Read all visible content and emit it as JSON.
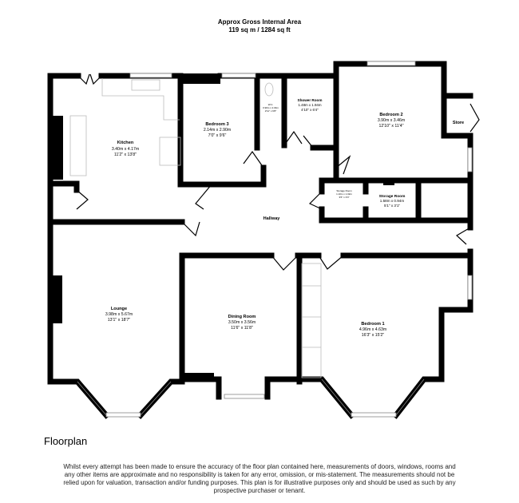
{
  "header": {
    "line1": "Approx Gross Internal Area",
    "line2": "119 sq m / 1284 sq ft"
  },
  "rooms": {
    "kitchen": {
      "name": "Kitchen",
      "metric": "3.40m x 4.17m",
      "imperial": "11'2\" x 13'8\""
    },
    "bedroom3": {
      "name": "Bedroom 3",
      "metric": "2.14m x 2.90m",
      "imperial": "7'0\" x 9'6\""
    },
    "wc": {
      "name": "W.C.",
      "metric": "0.90m x 2.04m",
      "imperial": "2'11\" x 6'8\""
    },
    "shower": {
      "name": "Shower Room",
      "metric": "1.48m x 1.94m",
      "imperial": "4'10\" x 6'4\""
    },
    "bedroom2": {
      "name": "Bedroom 2",
      "metric": "3.90m x 3.46m",
      "imperial": "12'10\" x 11'4\""
    },
    "store": {
      "name": "Store"
    },
    "storage_small": {
      "name": "Storage Room",
      "metric": "1.10m x 1.02m",
      "imperial": "3'6\" x 3'4\""
    },
    "storage": {
      "name": "Storage Room",
      "metric": "1.58m x 0.94m",
      "imperial": "5'1\" x 3'1\""
    },
    "hallway": {
      "name": "Hallway"
    },
    "lounge": {
      "name": "Lounge",
      "metric": "3.98m x 5.67m",
      "imperial": "13'1\" x 18'7\""
    },
    "dining": {
      "name": "Dining Room",
      "metric": "3.50m x 3.56m",
      "imperial": "11'6\" x 11'8\""
    },
    "bedroom1": {
      "name": "Bedroom 1",
      "metric": "4.96m x 4.63m",
      "imperial": "16'3\" x 15'2\""
    }
  },
  "footer": {
    "label": "Floorplan",
    "disclaimer": "Whilst every attempt has been made to ensure the accuracy of the floor plan contained here, measurements of doors, windows, rooms and any other items are approximate and no responsibility is taken for any error, omission, or mis-statement. The measurements should not be relied upon for valuation, transaction and/or funding purposes. This plan is for illustrative purposes only and should be used as such by any prospective purchaser or tenant."
  }
}
